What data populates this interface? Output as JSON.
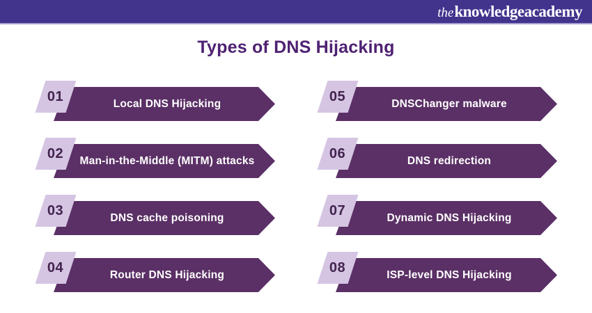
{
  "header": {
    "logo_the": "the",
    "logo_rest": "knowledgeacademy"
  },
  "title": "Types of DNS Hijacking",
  "items": [
    {
      "number": "01",
      "label": "Local DNS Hijacking"
    },
    {
      "number": "02",
      "label": "Man-in-the-Middle (MITM) attacks"
    },
    {
      "number": "03",
      "label": "DNS cache poisoning"
    },
    {
      "number": "04",
      "label": "Router DNS Hijacking"
    },
    {
      "number": "05",
      "label": "DNSChanger malware"
    },
    {
      "number": "06",
      "label": "DNS redirection"
    },
    {
      "number": "07",
      "label": "Dynamic DNS Hijacking"
    },
    {
      "number": "08",
      "label": "ISP-level DNS Hijacking"
    }
  ],
  "colors": {
    "header_bg": "#42338d",
    "header_rule": "#a89bce",
    "title_color": "#4e2172",
    "banner_fill": "#5b3066",
    "banner_text": "#ffffff",
    "badge_fill": "#d5c5e3",
    "number_color": "#42234e"
  }
}
